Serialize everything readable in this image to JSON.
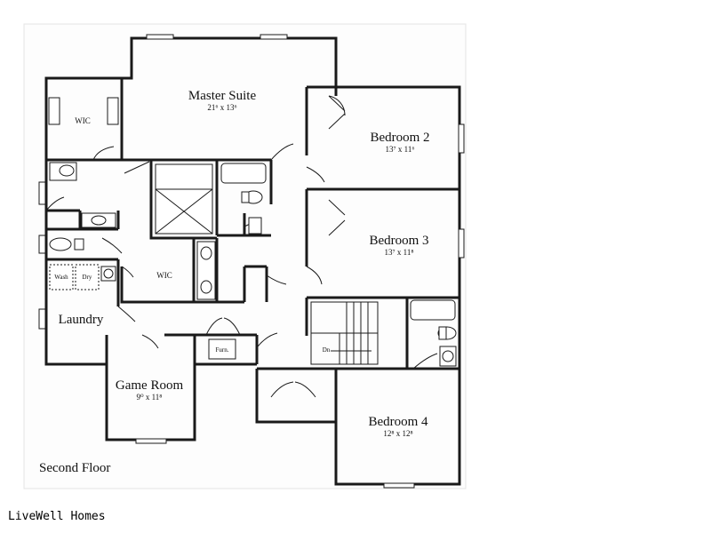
{
  "plan": {
    "floor_label": "Second Floor",
    "rooms": {
      "master_suite": {
        "name": "Master Suite",
        "dim": "21⁶ x 13⁶"
      },
      "bedroom_2": {
        "name": "Bedroom 2",
        "dim": "13⁷ x 11⁶"
      },
      "bedroom_3": {
        "name": "Bedroom 3",
        "dim": "13⁷ x 11⁸"
      },
      "bedroom_4": {
        "name": "Bedroom 4",
        "dim": "12⁸ x 12⁸"
      },
      "game_room": {
        "name": "Game Room",
        "dim": "9⁰ x 11⁸"
      },
      "laundry": {
        "name": "Laundry"
      },
      "wic_1": {
        "name": "WIC"
      },
      "wic_2": {
        "name": "WIC"
      }
    },
    "labels": {
      "wash": "Wash",
      "dry": "Dry",
      "furn": "Furn.",
      "stair_dn": "Dn"
    }
  },
  "footer": {
    "brand": "LiveWell Homes"
  }
}
